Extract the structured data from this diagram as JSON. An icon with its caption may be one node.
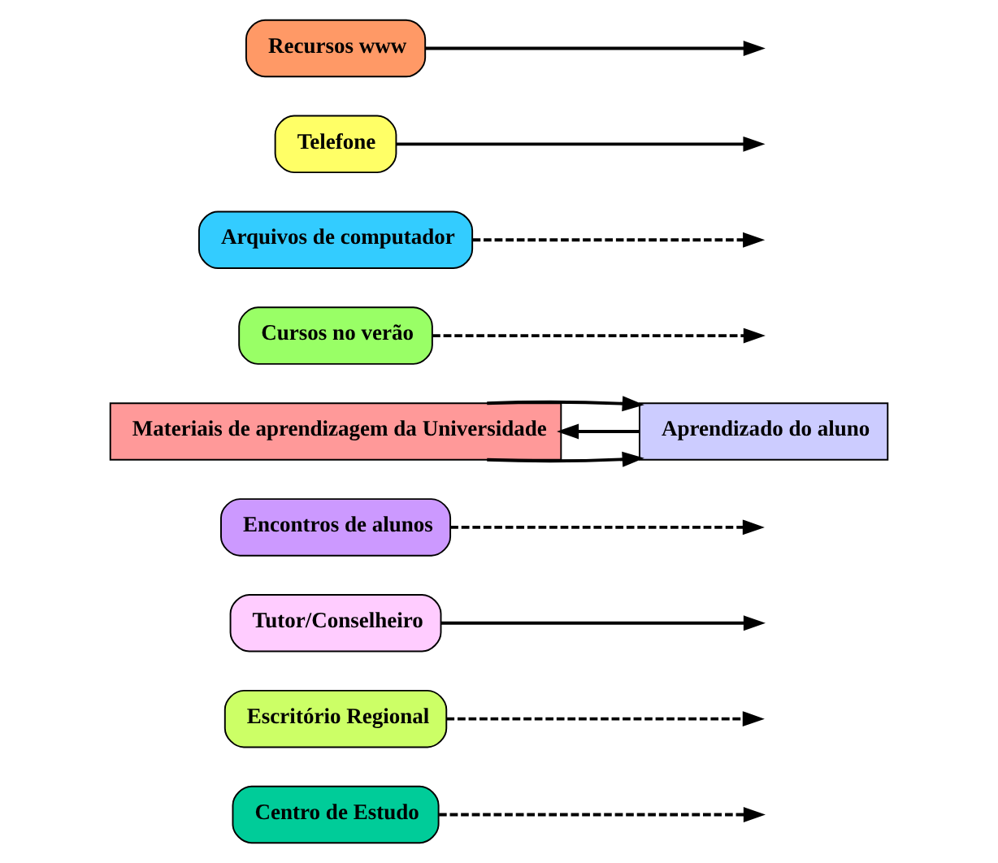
{
  "diagram": {
    "nodes": [
      {
        "text": [
          "Centro de Estudo"
        ]
      },
      {
        "text": [
          "Escritório Regional"
        ]
      },
      {
        "text": [
          "Tutor/Conselheiro"
        ]
      },
      {
        "text": [
          "Encontros de alunos"
        ]
      },
      {
        "text": [
          "Materiais de aprendizagem da Universidade"
        ]
      },
      {
        "text": [
          "Aprendizado do aluno"
        ]
      },
      {
        "text": [
          "Cursos no verão"
        ]
      },
      {
        "text": [
          "Arquivos de computador"
        ]
      },
      {
        "text": [
          "Telefone"
        ]
      },
      {
        "text": [
          "Recursos www"
        ]
      }
    ],
    "edges": [
      {
        "from": 4,
        "to": 5,
        "arrow": "to"
      },
      {
        "from": 5,
        "to": 4,
        "arrow": "to"
      },
      {
        "from": 4,
        "to": 5,
        "arrow": "to"
      },
      {
        "from": 0,
        "to": null,
        "arrow": "to",
        "style": "dashed"
      },
      {
        "from": 1,
        "to": null,
        "arrow": "to",
        "style": "dashed"
      },
      {
        "from": 3,
        "to": null,
        "arrow": "to",
        "style": "dashed"
      },
      {
        "from": 2,
        "to": null,
        "arrow": "to"
      },
      {
        "from": 7,
        "to": null,
        "arrow": "to",
        "style": "dashed"
      },
      {
        "from": 8,
        "to": null,
        "arrow": "to"
      },
      {
        "from": 9,
        "to": null,
        "arrow": "to"
      },
      {
        "from": 6,
        "to": null,
        "arrow": "to",
        "style": "dashed"
      }
    ]
  }
}
